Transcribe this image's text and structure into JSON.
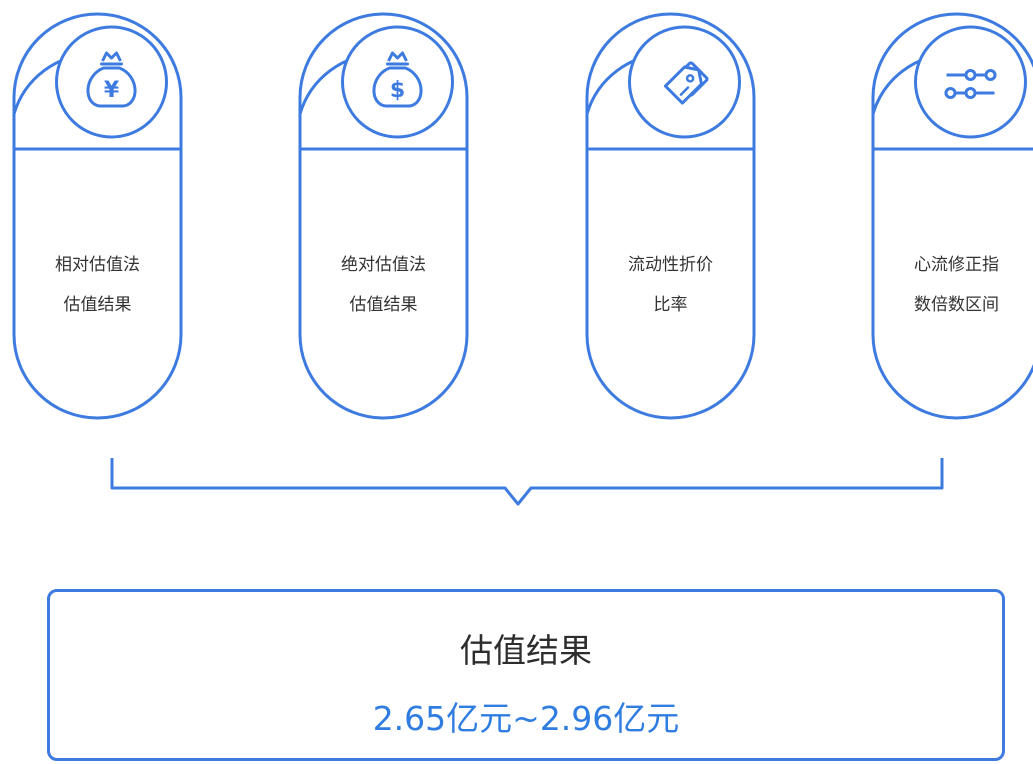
{
  "colors": {
    "accent": "#3d7be0",
    "text": "#333333",
    "value": "#2f7de0"
  },
  "methods": [
    {
      "icon": "yuan-money-bag-icon",
      "lines": [
        "相对估值法",
        "估值结果"
      ]
    },
    {
      "icon": "dollar-money-bag-icon",
      "lines": [
        "绝对估值法",
        "估值结果"
      ]
    },
    {
      "icon": "price-tag-icon",
      "lines": [
        "流动性折价",
        "比率"
      ]
    },
    {
      "icon": "sliders-icon",
      "lines": [
        "心流修正指",
        "数倍数区间"
      ]
    }
  ],
  "result": {
    "title": "估值结果",
    "value": "2.65亿元~2.96亿元"
  }
}
